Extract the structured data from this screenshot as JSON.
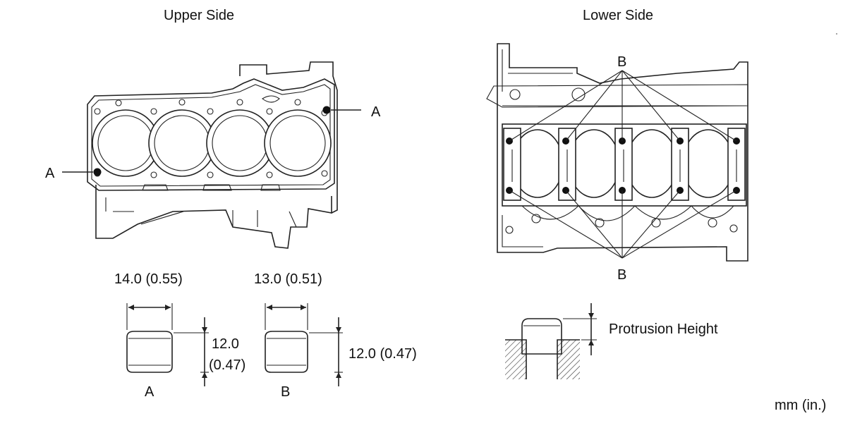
{
  "upper": {
    "title": "Upper Side",
    "pin_label_right": "A",
    "pin_label_left": "A"
  },
  "lower": {
    "title": "Lower Side",
    "pin_label_top": "B",
    "pin_label_bottom": "B"
  },
  "pin_a": {
    "diameter": "14.0 (0.55)",
    "height_value": "12.0",
    "height_inch": "(0.47)",
    "caption": "A"
  },
  "pin_b": {
    "diameter": "13.0 (0.51)",
    "height": "12.0 (0.47)",
    "caption": "B"
  },
  "protrusion": {
    "label": "Protrusion Height"
  },
  "units": "mm (in.)"
}
